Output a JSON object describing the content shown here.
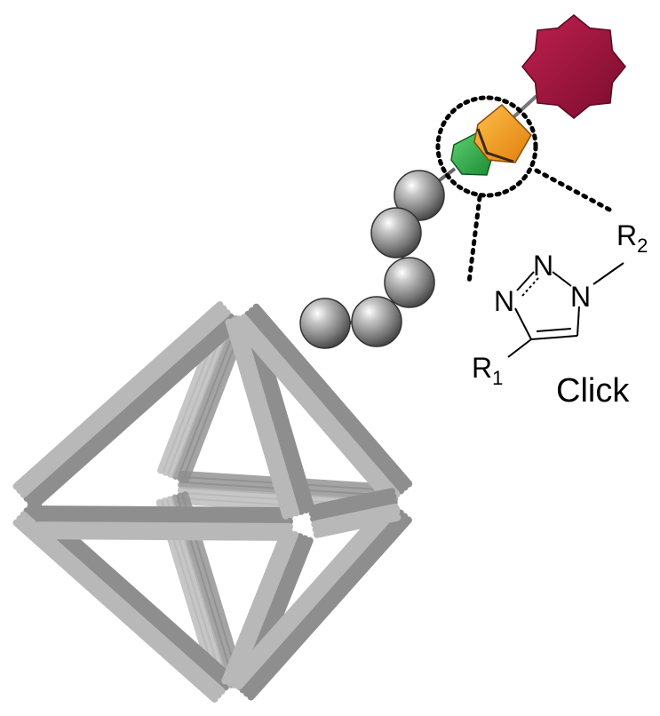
{
  "figure": {
    "structure": {
      "atom_n1": "N",
      "atom_n2": "N",
      "atom_n3": "N",
      "substituent_r1": "R",
      "substituent_r1_subscript": "1",
      "substituent_r2": "R",
      "substituent_r2_subscript": "2"
    },
    "reaction_label": "Click"
  },
  "colors": {
    "rod_gray": "#a9a9a9",
    "sphere_gray": "#8c8c8c",
    "ligand_crimson": "#9b1239",
    "azide_orange": "#f49b1e",
    "alkyne_green": "#2ca84a"
  },
  "icons": [
    "dna-origami-octahedron-icon",
    "sphere-linker-chain-icon",
    "triazole-click-junction-icon",
    "crimson-gear-ligand-icon"
  ]
}
